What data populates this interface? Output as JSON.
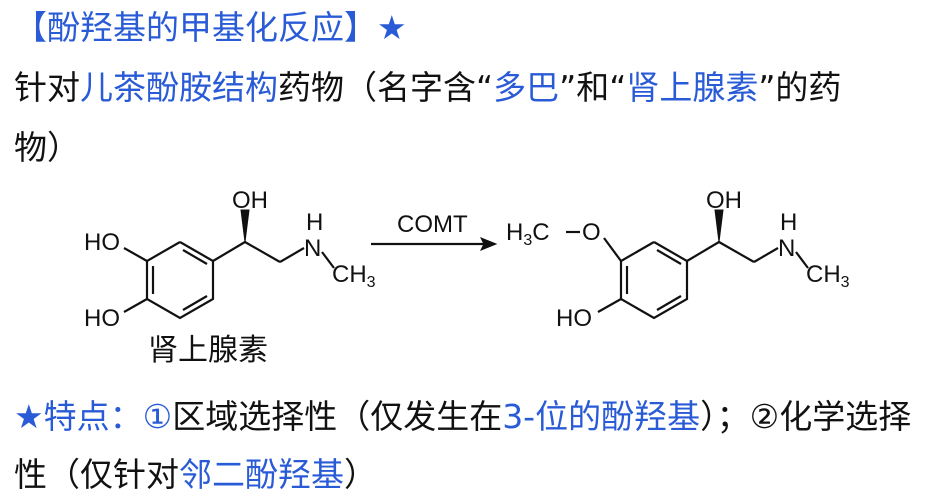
{
  "title": {
    "open_bracket": "【",
    "text": "酚羟基的甲基化反应",
    "close_bracket": "】",
    "star": "★"
  },
  "intro": {
    "part1": "针对",
    "highlight1": "儿茶酚胺结构",
    "part2": "药物（名字含“",
    "highlight2": "多巴",
    "part3": "”和“",
    "highlight3": "肾上腺素",
    "part4": "”的药",
    "line2": "物）"
  },
  "reaction": {
    "reactant": {
      "oh_top": "OH",
      "ho_upper": "HO",
      "ho_lower": "HO",
      "nh": "H",
      "n": "N",
      "ch3": "CH",
      "ch3_sub": "3",
      "name": "肾上腺素"
    },
    "arrow_label": "COMT",
    "product": {
      "oh_top": "OH",
      "h3c": "H",
      "h3c_sub": "3",
      "h3c_c": "C",
      "o": "O",
      "ho_lower": "HO",
      "nh": "H",
      "n": "N",
      "ch3": "CH",
      "ch3_sub": "3"
    }
  },
  "features": {
    "star_label": "★特点：",
    "circle1": "①",
    "f1_part1": "区域选择性（仅发生在",
    "f1_highlight": "3-位的酚羟基",
    "f1_part2": "）；",
    "circle2": "②",
    "f2_part1": "化学选择",
    "f2_line2_part1": "性（仅针对",
    "f2_highlight": "邻二酚羟基",
    "f2_line2_part2": "）"
  },
  "colors": {
    "accent_blue": "#2a5bd7",
    "text": "#111111",
    "background": "#ffffff"
  }
}
